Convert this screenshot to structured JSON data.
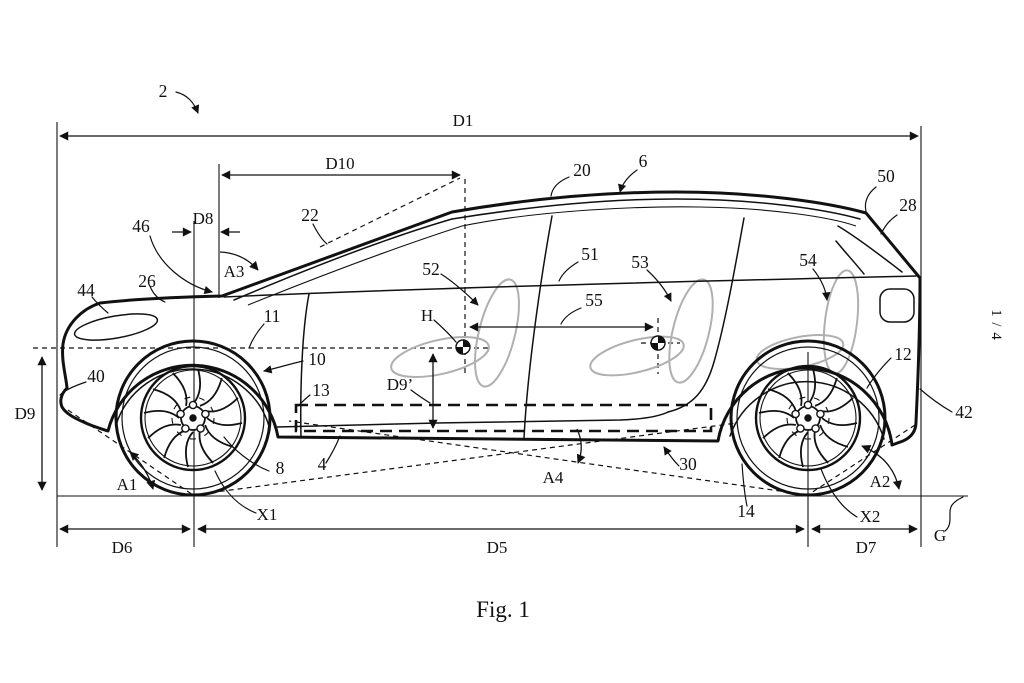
{
  "colors": {
    "line": "#111111",
    "seat": "#b0b0b0",
    "background": "#ffffff"
  },
  "figure": {
    "caption": "Fig. 1",
    "sheet_index": "1 / 4"
  },
  "dimensions": {
    "D1": "D1",
    "D5": "D5",
    "D6": "D6",
    "D7": "D7",
    "D8": "D8",
    "D9": "D9",
    "D9_prime": "D9’",
    "D10": "D10"
  },
  "points": {
    "X1": "X1",
    "X2": "X2",
    "H": "H",
    "G": "G"
  },
  "angles": {
    "A1": "A1",
    "A2": "A2",
    "A3": "A3",
    "A4": "A4"
  },
  "callouts": {
    "2": "2",
    "4": "4",
    "6": "6",
    "8": "8",
    "10": "10",
    "11": "11",
    "12": "12",
    "13": "13",
    "14": "14",
    "20": "20",
    "22": "22",
    "26": "26",
    "28": "28",
    "30": "30",
    "40": "40",
    "42": "42",
    "44": "44",
    "46": "46",
    "50": "50",
    "51": "51",
    "52": "52",
    "53": "53",
    "54": "54",
    "55": "55"
  }
}
